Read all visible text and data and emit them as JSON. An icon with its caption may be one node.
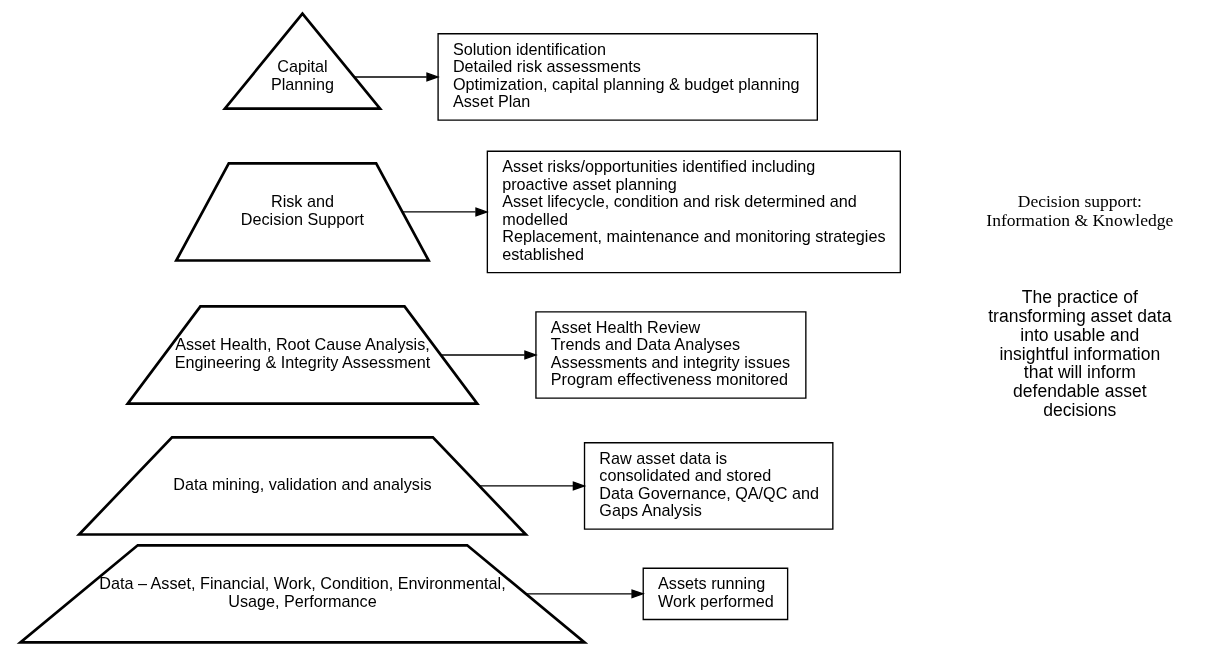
{
  "diagram": {
    "nodes": [
      {
        "text": [
          "Capital Planning"
        ]
      },
      {
        "text": [
          "Risk and Decision Support"
        ]
      },
      {
        "text": [
          "Asset Health, Root Cause Analysis, Engineering & Integrity Assessment"
        ]
      },
      {
        "text": [
          "Data mining, validation and analysis"
        ]
      },
      {
        "text": [
          "Data – Asset, Financial, Work, Condition, Environmental, Usage, Performance"
        ]
      },
      {
        "text": [
          "Solution identification",
          "Detailed risk assessments",
          "Optimization, capital planning & budget planning",
          "Asset Plan"
        ]
      },
      {
        "text": [
          "Asset risks/opportunities identified including proactive asset planning",
          "Asset lifecycle, condition and risk determined and modelled",
          "Replacement, maintenance and monitoring strategies established"
        ]
      },
      {
        "text": [
          "Asset Health Review",
          "Trends and Data Analyses",
          "Assessments and integrity issues",
          "Program effectiveness monitored"
        ]
      },
      {
        "text": [
          "Raw asset data is consolidated and stored",
          "Data Governance, QA/QC and Gaps Analysis"
        ]
      },
      {
        "text": [
          "Assets running",
          "Work performed"
        ]
      }
    ],
    "edges": [
      {
        "from": 0,
        "to": 5,
        "arrow": "to"
      },
      {
        "from": 1,
        "to": 6,
        "arrow": "to"
      },
      {
        "from": 2,
        "to": 7,
        "arrow": "to"
      },
      {
        "from": 3,
        "to": 8,
        "arrow": "to"
      },
      {
        "from": 4,
        "to": 9,
        "arrow": "to"
      }
    ],
    "labels": [
      "Decision support: Information & Knowledge",
      "The practice of transforming asset data into usable and insightful information that will inform defendable asset decisions"
    ]
  }
}
